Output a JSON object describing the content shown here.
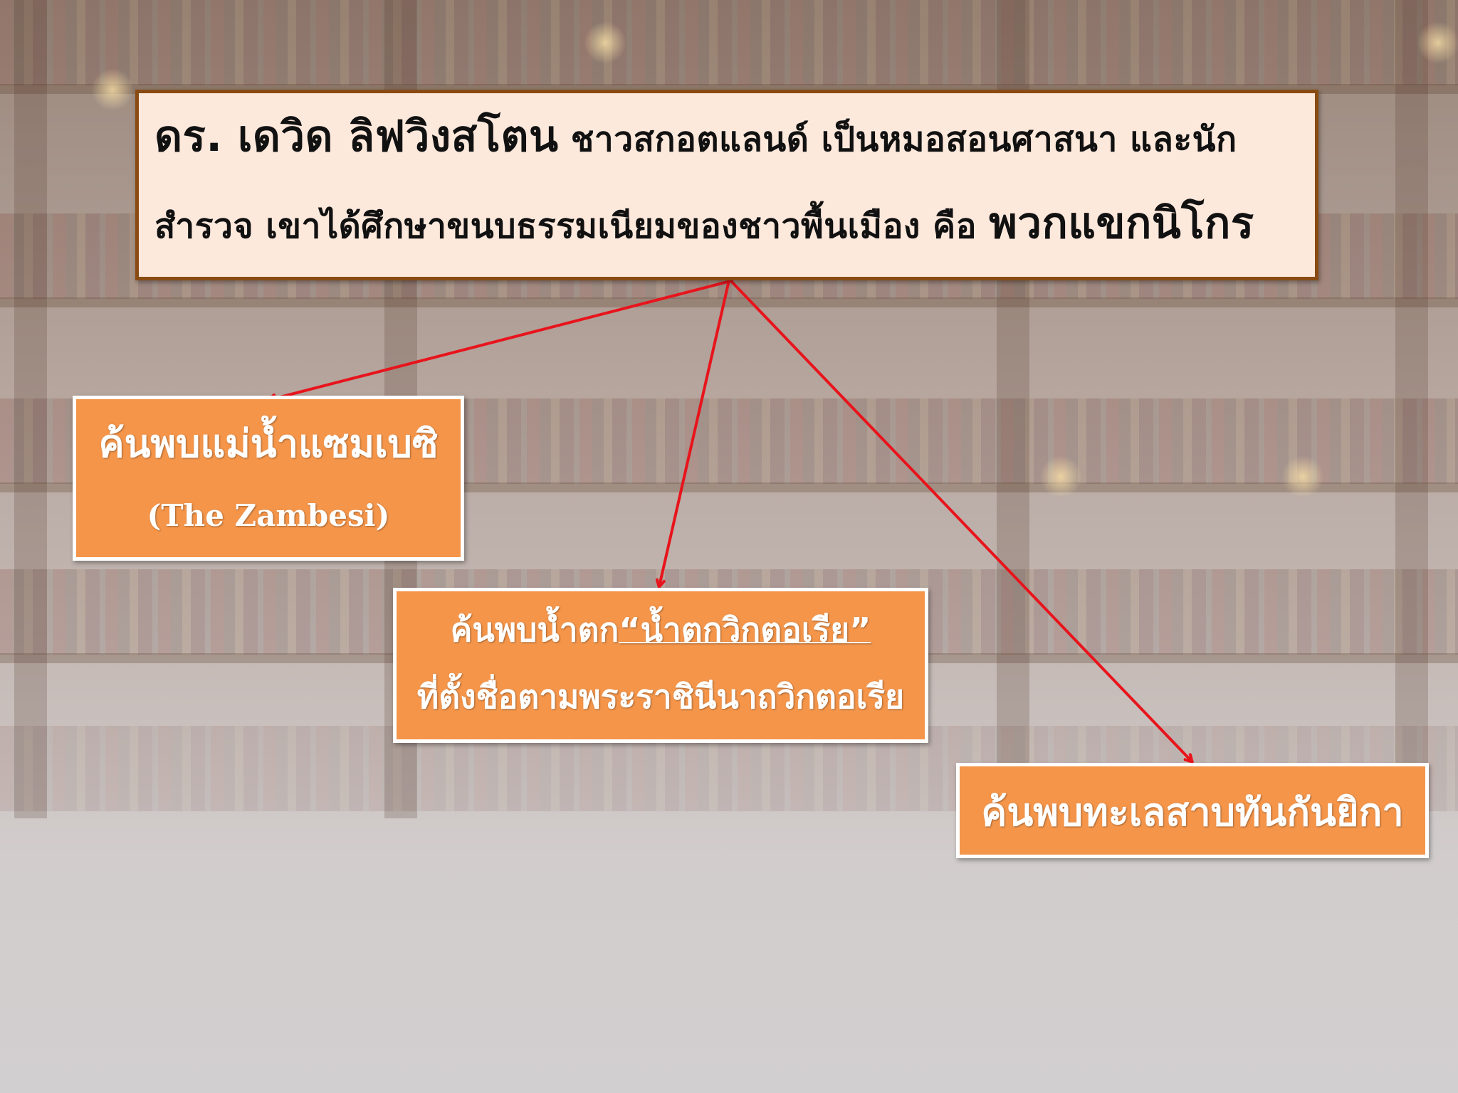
{
  "background": {
    "description_icon": "library-bookshelf-background"
  },
  "title": {
    "name": "ดร. เดวิด ลิฟวิงสโตน",
    "line1_rest": "ชาวสกอตแลนด์ เป็นหมอสอนศาสนา และนัก",
    "line2_main": "สำรวจ เขาได้ศึกษาขนบธรรมเนียมของชาวพื้นเมือง คือ",
    "line2_emph": "พวกแขกนิโกร"
  },
  "boxes": [
    {
      "line1": "ค้นพบแม่น้ำแซมเบซิ",
      "line2": "(The Zambesi)"
    },
    {
      "line1_prefix": "ค้นพบน้ำตก",
      "line1_quote": "“น้ำตกวิกตอเรีย”",
      "line2": "ที่ตั้งชื่อตามพระราชินีนาถวิกตอเรีย"
    },
    {
      "line1": "ค้นพบทะเลสาบทันกันยิกา"
    }
  ],
  "colors": {
    "title_bg": "#fde8dc",
    "title_border": "#8a4b12",
    "box_bg": "#f4954a",
    "arrow": "#e8141c"
  }
}
